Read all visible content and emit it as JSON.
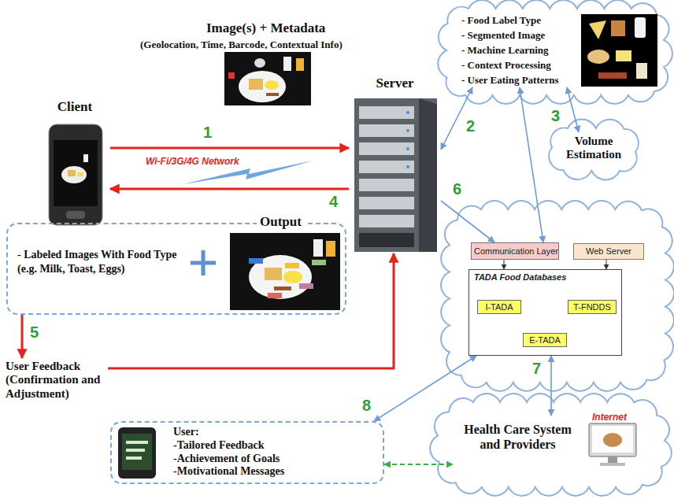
{
  "diagram": {
    "nodes": [
      {
        "text": [
          "Client"
        ]
      },
      {
        "text": [
          "Server"
        ]
      },
      {
        "text": [
          "- Food Label Type",
          "- Segmented Image",
          "- Machine Learning",
          "- Context Processing",
          "- User Eating Patterns"
        ]
      },
      {
        "text": [
          "Volume Estimation"
        ]
      },
      {
        "text": [
          "Output",
          "- Labeled Images With Food Type (e.g. Milk, Toast, Eggs)"
        ]
      },
      {
        "text": [
          "User Feedback (Confirmation and Adjustment)"
        ]
      },
      {
        "text": [
          "Communication Layer"
        ]
      },
      {
        "text": [
          "Web Server"
        ]
      },
      {
        "text": [
          "TADA Food Databases"
        ]
      },
      {
        "text": [
          "I-TADA"
        ],
        "in": 8
      },
      {
        "text": [
          "T-FNDDS"
        ],
        "in": 8
      },
      {
        "text": [
          "E-TADA"
        ],
        "in": 8
      },
      {
        "text": [
          "Health Care System and Providers"
        ]
      },
      {
        "text": [
          "User:",
          "-Tailored Feedback",
          "-Achievement of Goals",
          "-Motivational Messages"
        ]
      }
    ],
    "edges": [
      {
        "from": 0,
        "to": 1,
        "arrow": "to"
      },
      {
        "from": 1,
        "to": 0,
        "arrow": "to"
      },
      {
        "from": 1,
        "to": 2,
        "arrow": "both"
      },
      {
        "from": 2,
        "to": 3,
        "arrow": "both"
      },
      {
        "from": 2,
        "to": 6,
        "arrow": "both"
      },
      {
        "from": 1,
        "to": 6,
        "arrow": "to"
      },
      {
        "from": 4,
        "to": 5,
        "arrow": "to"
      },
      {
        "from": 5,
        "to": 1,
        "arrow": "to"
      },
      {
        "from": 6,
        "to": 8,
        "arrow": "to"
      },
      {
        "from": 7,
        "to": 8,
        "arrow": "to"
      },
      {
        "from": 9,
        "to": 10,
        "arrow": "both"
      },
      {
        "from": 9,
        "to": 11,
        "arrow": "to"
      },
      {
        "from": 10,
        "to": 11,
        "arrow": "to"
      },
      {
        "from": 8,
        "to": 12,
        "arrow": "both"
      },
      {
        "from": 13,
        "to": 8,
        "arrow": "both"
      },
      {
        "from": 13,
        "to": 12,
        "arrow": "both"
      }
    ],
    "labels": [
      "Image(s) + Metadata",
      "(Geolocation, Time, Barcode, Contextual Info)",
      "1",
      "Wi-Fi/3G/4G Network",
      "2",
      "3",
      "4",
      "6",
      "5",
      "7",
      "8",
      "Internet"
    ]
  }
}
